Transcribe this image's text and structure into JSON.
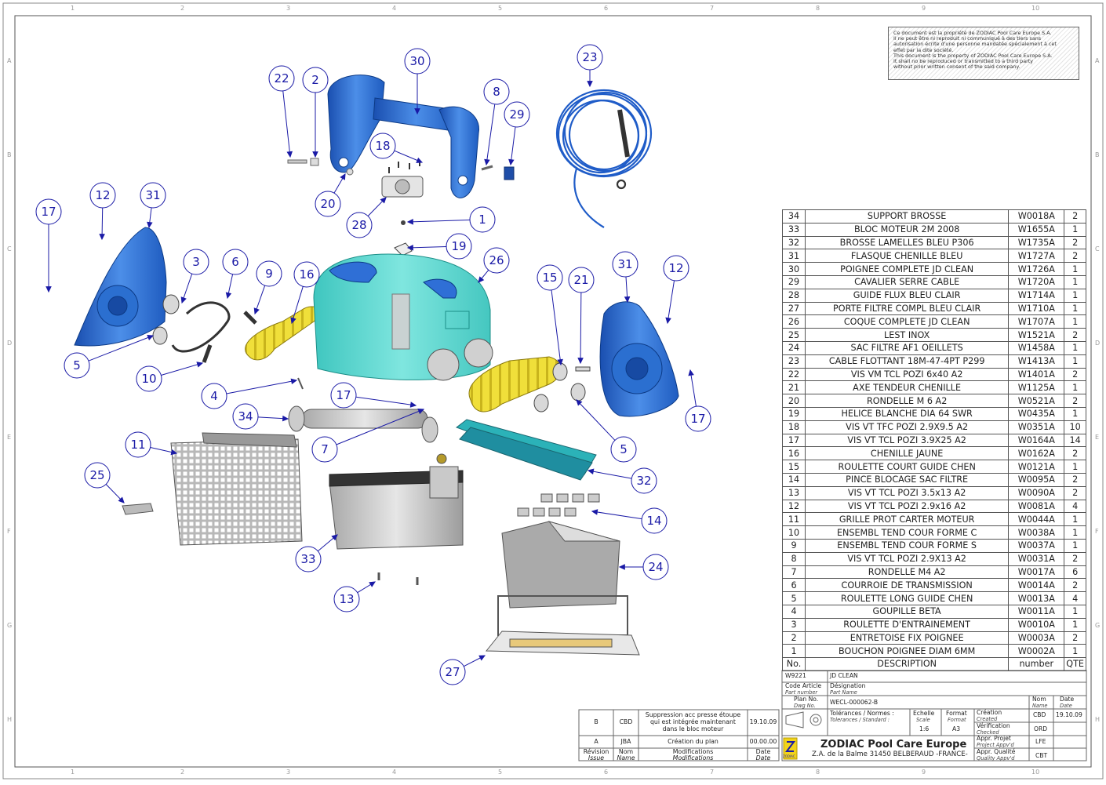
{
  "notice": {
    "lines": [
      "Ce document est la propriété de ZODIAC Pool Care Europe S.A.",
      "Il ne peut être ni reproduit ni communiqué à des tiers sans",
      "autorisation écrite d'une personne mandatée spécialement à cet",
      "effet par la dite société.",
      "This document is the property of ZODIAC Pool Care Europe S.A.",
      "It shall no be reproduced or transmitted to a third party",
      "without prior written consent of the said company."
    ]
  },
  "grid": {
    "cols": [
      "1",
      "2",
      "3",
      "4",
      "5",
      "6",
      "7",
      "8",
      "9",
      "10"
    ],
    "rows": [
      "A",
      "B",
      "C",
      "D",
      "E",
      "F",
      "G",
      "H"
    ]
  },
  "balloons": [
    "1",
    "2",
    "3",
    "4",
    "5",
    "5",
    "6",
    "7",
    "8",
    "9",
    "10",
    "11",
    "12",
    "12",
    "13",
    "14",
    "15",
    "16",
    "17",
    "17",
    "17",
    "18",
    "19",
    "20",
    "21",
    "22",
    "23",
    "24",
    "25",
    "26",
    "27",
    "28",
    "29",
    "30",
    "31",
    "31",
    "32",
    "33",
    "34"
  ],
  "bom": {
    "rows": [
      {
        "no": "34",
        "desc": "SUPPORT BROSSE",
        "ref": "W0018A",
        "qty": "2"
      },
      {
        "no": "33",
        "desc": "BLOC MOTEUR 2M 2008",
        "ref": "W1655A",
        "qty": "1"
      },
      {
        "no": "32",
        "desc": "BROSSE LAMELLES BLEU P306",
        "ref": "W1735A",
        "qty": "2"
      },
      {
        "no": "31",
        "desc": "FLASQUE CHENILLE BLEU",
        "ref": "W1727A",
        "qty": "2"
      },
      {
        "no": "30",
        "desc": "POIGNEE COMPLETE JD CLEAN",
        "ref": "W1726A",
        "qty": "1"
      },
      {
        "no": "29",
        "desc": "CAVALIER SERRE CABLE",
        "ref": "W1720A",
        "qty": "1"
      },
      {
        "no": "28",
        "desc": "GUIDE FLUX BLEU CLAIR",
        "ref": "W1714A",
        "qty": "1"
      },
      {
        "no": "27",
        "desc": "PORTE FILTRE COMPL BLEU CLAIR",
        "ref": "W1710A",
        "qty": "1"
      },
      {
        "no": "26",
        "desc": "COQUE COMPLETE JD CLEAN",
        "ref": "W1707A",
        "qty": "1"
      },
      {
        "no": "25",
        "desc": "LEST INOX",
        "ref": "W1521A",
        "qty": "2"
      },
      {
        "no": "24",
        "desc": "SAC FILTRE AF1 OEILLETS",
        "ref": "W1458A",
        "qty": "1"
      },
      {
        "no": "23",
        "desc": "CABLE FLOTTANT 18M-47-4PT P299",
        "ref": "W1413A",
        "qty": "1"
      },
      {
        "no": "22",
        "desc": "VIS VM TCL POZI 6x40 A2",
        "ref": "W1401A",
        "qty": "2"
      },
      {
        "no": "21",
        "desc": "AXE TENDEUR CHENILLE",
        "ref": "W1125A",
        "qty": "1"
      },
      {
        "no": "20",
        "desc": "RONDELLE M 6 A2",
        "ref": "W0521A",
        "qty": "2"
      },
      {
        "no": "19",
        "desc": "HELICE BLANCHE DIA 64 SWR",
        "ref": "W0435A",
        "qty": "1"
      },
      {
        "no": "18",
        "desc": "VIS VT TFC POZI 2.9X9.5 A2",
        "ref": "W0351A",
        "qty": "10"
      },
      {
        "no": "17",
        "desc": "VIS VT TCL POZI 3.9X25 A2",
        "ref": "W0164A",
        "qty": "14"
      },
      {
        "no": "16",
        "desc": "CHENILLE JAUNE",
        "ref": "W0162A",
        "qty": "2"
      },
      {
        "no": "15",
        "desc": "ROULETTE COURT GUIDE CHEN",
        "ref": "W0121A",
        "qty": "1"
      },
      {
        "no": "14",
        "desc": "PINCE BLOCAGE SAC FILTRE",
        "ref": "W0095A",
        "qty": "2"
      },
      {
        "no": "13",
        "desc": "VIS VT TCL POZI 3.5x13 A2",
        "ref": "W0090A",
        "qty": "2"
      },
      {
        "no": "12",
        "desc": "VIS VT TCL POZI 2.9x16 A2",
        "ref": "W0081A",
        "qty": "4"
      },
      {
        "no": "11",
        "desc": "GRILLE PROT CARTER MOTEUR",
        "ref": "W0044A",
        "qty": "1"
      },
      {
        "no": "10",
        "desc": "ENSEMBL TEND COUR FORME C",
        "ref": "W0038A",
        "qty": "1"
      },
      {
        "no": "9",
        "desc": "ENSEMBL TEND COUR FORME S",
        "ref": "W0037A",
        "qty": "1"
      },
      {
        "no": "8",
        "desc": "VIS VT TCL POZI 2.9X13 A2",
        "ref": "W0031A",
        "qty": "2"
      },
      {
        "no": "7",
        "desc": "RONDELLE M4 A2",
        "ref": "W0017A",
        "qty": "6"
      },
      {
        "no": "6",
        "desc": "COURROIE DE TRANSMISSION",
        "ref": "W0014A",
        "qty": "2"
      },
      {
        "no": "5",
        "desc": "ROULETTE LONG GUIDE CHEN",
        "ref": "W0013A",
        "qty": "4"
      },
      {
        "no": "4",
        "desc": "GOUPILLE BETA",
        "ref": "W0011A",
        "qty": "1"
      },
      {
        "no": "3",
        "desc": "ROULETTE D'ENTRAINEMENT",
        "ref": "W0010A",
        "qty": "1"
      },
      {
        "no": "2",
        "desc": "ENTRETOISE FIX POIGNEE",
        "ref": "W0003A",
        "qty": "2"
      },
      {
        "no": "1",
        "desc": "BOUCHON POIGNEE DIAM 6MM",
        "ref": "W0002A",
        "qty": "1"
      }
    ],
    "header": {
      "no": "No.",
      "desc": "DESCRIPTION",
      "ref": "number",
      "qty": "QTE"
    }
  },
  "titleblock": {
    "part_code": "W9221",
    "part_name": "JD CLEAN",
    "code_article": "Code Article",
    "code_article_en": "Part number",
    "designation": "Désignation",
    "designation_en": "Part Name",
    "plan_no": "Plan No.",
    "plan_no_en": "Dwg No.",
    "plan_value": "WECL-000062-B",
    "nom": "Nom",
    "nom_en": "Name",
    "date": "Date",
    "date_en": "Date",
    "tolerances": "Tolérances / Normes :",
    "tolerances_en": "Tolerances / Standard :",
    "echelle": "Echelle",
    "echelle_en": "Scale",
    "echelle_value": "1:6",
    "format": "Format",
    "format_en": "Format",
    "format_value": "A3",
    "creation": "Création",
    "creation_en": "Created",
    "creation_name": "CBD",
    "creation_date": "19.10.09",
    "verification": "Vérification",
    "verification_en": "Checked",
    "verification_name": "ORD",
    "appr_projet": "Appr. Projet",
    "appr_projet_en": "Project Appv'd",
    "appr_projet_name": "LFE",
    "appr_qualite": "Appr. Qualité",
    "appr_qualite_en": "Quality Appv'd",
    "appr_qualite_name": "CBT",
    "company": "ZODIAC Pool Care Europe",
    "address": "Z.A. de la Balme 31450 BELBERAUD -FRANCE-",
    "logo_text": "ZODIAC"
  },
  "revisions": {
    "rows": [
      {
        "rev": "B",
        "name": "CBD",
        "mod1": "Suppression acc presse étoupe",
        "mod2": "qui est intégrée maintenant",
        "mod3": "dans le bloc moteur",
        "date": "19.10.09"
      },
      {
        "rev": "A",
        "name": "JBA",
        "mod1": "Création du plan",
        "mod2": "",
        "mod3": "",
        "date": "00.00.00"
      }
    ],
    "header": {
      "rev": "Révision",
      "rev_en": "Issue",
      "name": "Nom",
      "name_en": "Name",
      "mod": "Modifications",
      "mod_en": "Modifications",
      "date": "Date",
      "date_en": "Date"
    }
  },
  "colors": {
    "blue": "#1f63c6",
    "light_blue": "#5aa6ee",
    "cyan": "#52d5cf",
    "yellow": "#f0df3a",
    "balloon": "#1a1aa6",
    "grey": "#9a9a9a"
  }
}
